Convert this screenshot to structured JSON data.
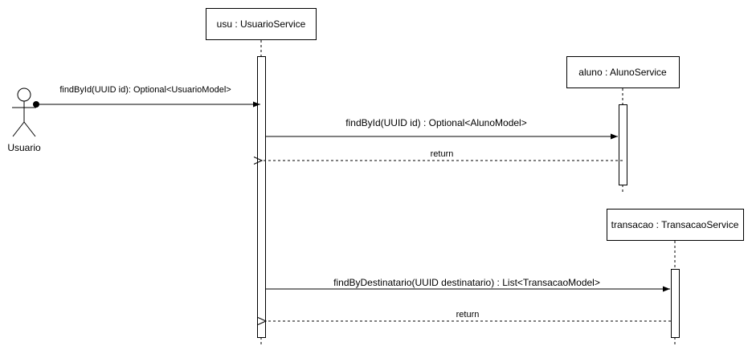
{
  "actor": {
    "label": "Usuario"
  },
  "participants": {
    "usu": "usu : UsuarioService",
    "aluno": "aluno : AlunoService",
    "transacao": "transacao : TransacaoService"
  },
  "messages": {
    "m1": "findById(UUID id): Optional<UsuarioModel>",
    "m2": "findById(UUID id) : Optional<AlunoModel>",
    "r1": "return",
    "m3": "findByDestinatario(UUID destinatario) :  List<TransacaoModel>",
    "r2": "return"
  }
}
